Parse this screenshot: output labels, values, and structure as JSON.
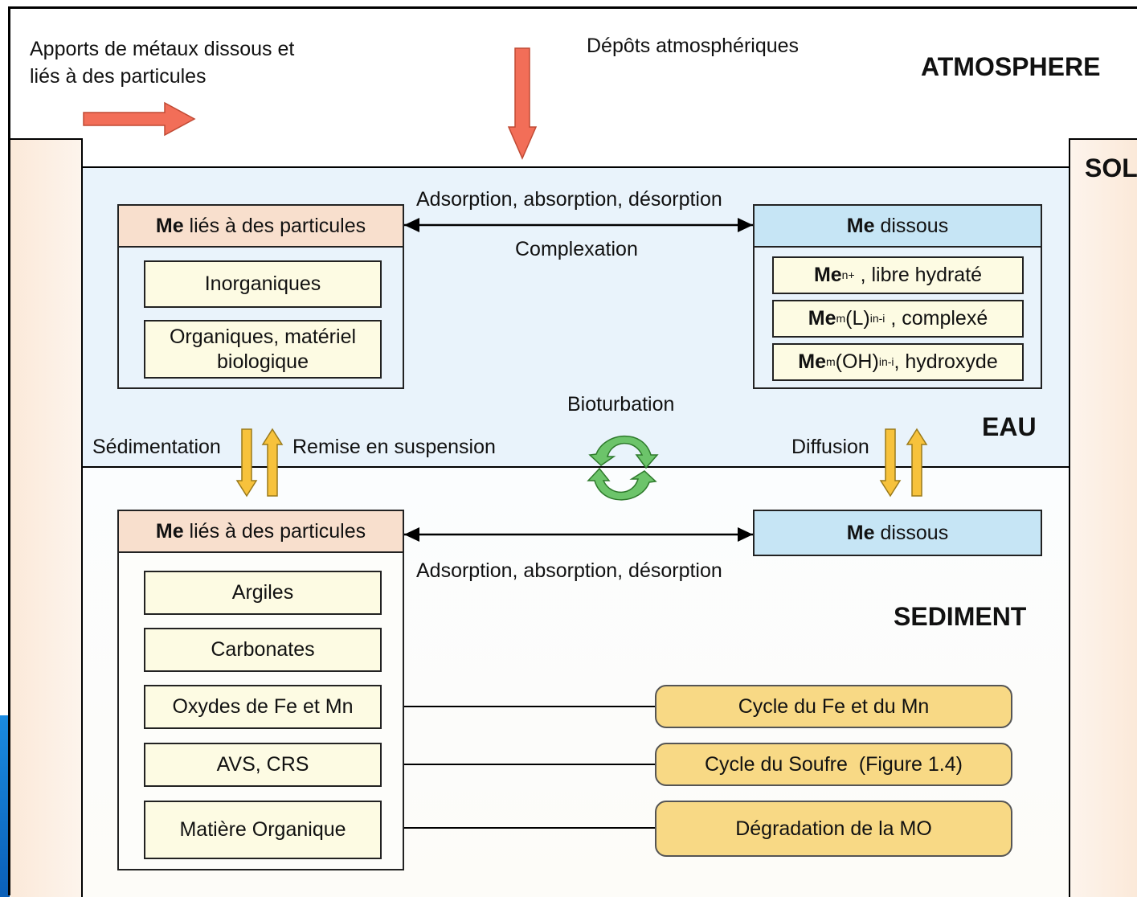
{
  "zones": {
    "atmosphere": "ATMOSPHERE",
    "sol": "SOL",
    "eau": "EAU",
    "sediment": "SEDIMENT"
  },
  "inputs": {
    "dissolved_line1": "Apports de métaux dissous et",
    "dissolved_line2": "liés à des particules",
    "atmospheric": "Dépôts atmosphériques"
  },
  "water": {
    "particles": {
      "head_bold": "Me",
      "head_rest": " liés à des particules",
      "items": [
        "Inorganiques",
        "Organiques, matériel",
        "biologique"
      ]
    },
    "dissolved": {
      "head_bold": "Me",
      "head_rest": " dissous",
      "species": [
        {
          "bold": "Me",
          "sub": "",
          "mid": "",
          "sup": "n+",
          "rest": " , libre hydraté"
        },
        {
          "bold": "Me",
          "sub": "m",
          "mid": "(L)",
          "sub2": "i",
          "sup": "n-i",
          "rest": " , complexé"
        },
        {
          "bold": "Me",
          "sub": "m",
          "mid": "(OH)",
          "sub2": "i",
          "sup": "n-i",
          "rest": ", hydroxyde"
        }
      ]
    },
    "exchange_top": "Adsorption, absorption, désorption",
    "complexation": "Complexation",
    "bioturbation": "Bioturbation",
    "sedimentation": "Sédimentation",
    "resuspension": "Remise en suspension",
    "diffusion": "Diffusion"
  },
  "sediment": {
    "particles": {
      "head_bold": "Me",
      "head_rest": " liés à des particules",
      "items": [
        "Argiles",
        "Carbonates",
        "Oxydes de Fe et Mn",
        "AVS, CRS",
        "Matière Organique"
      ]
    },
    "dissolved": {
      "head_bold": "Me",
      "head_rest": " dissous"
    },
    "exchange_bottom": "Adsorption, absorption, désorption",
    "cycles": [
      "Cycle du Fe et du Mn",
      "Cycle du Soufre  (Figure 1.4)",
      "Dégradation de la MO"
    ]
  },
  "colors": {
    "red_arrow": "#f26e58",
    "yellow_arrow": "#f7c23c",
    "water_bg": "#e8f3fb",
    "sol_bg": "#fbeadb",
    "particle_head": "#f8dfcd",
    "dissolved_head": "#c6e5f5",
    "green_cycle": "#6cc46a"
  }
}
